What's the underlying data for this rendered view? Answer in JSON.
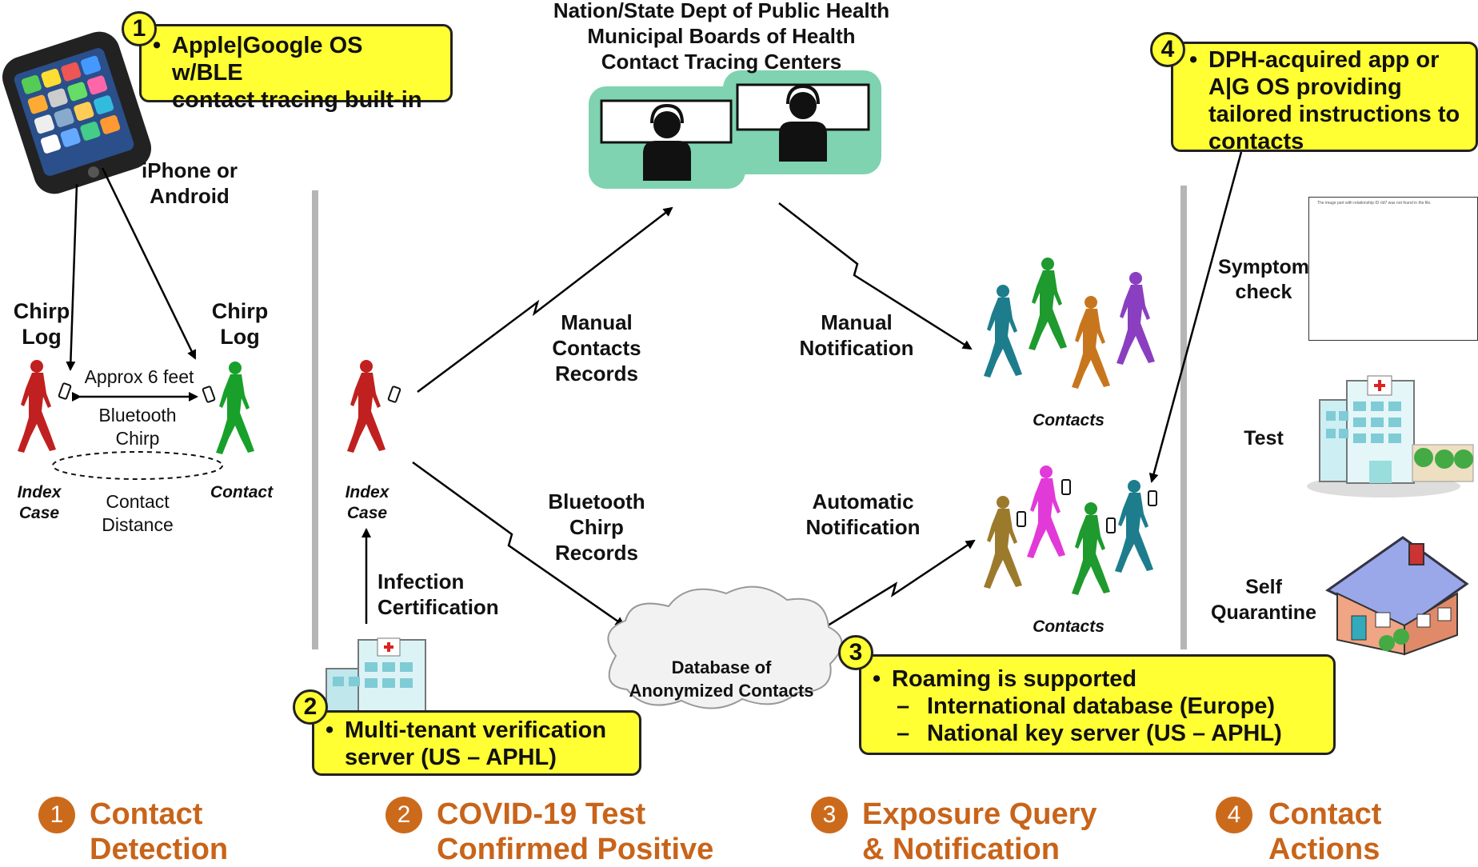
{
  "top_center": {
    "line1": "Nation/State Dept of Public Health",
    "line2": "Municipal Boards of Health",
    "line3": "Contact Tracing Centers"
  },
  "phone": {
    "label1": "iPhone or",
    "label2": "Android"
  },
  "chirp_log_left": {
    "l1": "Chirp",
    "l2": "Log"
  },
  "chirp_log_right": {
    "l1": "Chirp",
    "l2": "Log"
  },
  "approx": "Approx 6 feet",
  "bluetooth_chirp": {
    "l1": "Bluetooth",
    "l2": "Chirp"
  },
  "contact_distance": {
    "l1": "Contact",
    "l2": "Distance"
  },
  "index_case_left": {
    "l1": "Index",
    "l2": "Case"
  },
  "contact_left": "Contact",
  "index_case_mid": {
    "l1": "Index",
    "l2": "Case"
  },
  "infection_cert": {
    "l1": "Infection",
    "l2": "Certification"
  },
  "manual_contacts": {
    "l1": "Manual",
    "l2": "Contacts",
    "l3": "Records"
  },
  "bt_records": {
    "l1": "Bluetooth",
    "l2": "Chirp",
    "l3": "Records"
  },
  "manual_notification": {
    "l1": "Manual",
    "l2": "Notification"
  },
  "automatic_notification": {
    "l1": "Automatic",
    "l2": "Notification"
  },
  "contacts_top": "Contacts",
  "contacts_bottom": "Contacts",
  "database": {
    "l1": "Database of",
    "l2": "Anonymized Contacts"
  },
  "symptom": {
    "l1": "Symptom",
    "l2": "check"
  },
  "form_note": "The image part with relationship ID rId7 was not found in the file.",
  "test": "Test",
  "self_quarantine": {
    "l1": "Self",
    "l2": "Quarantine"
  },
  "callout1": {
    "num": "1",
    "bullet": "•",
    "l1": "Apple|Google OS w/BLE",
    "l2": "contact tracing built-in"
  },
  "callout2": {
    "num": "2",
    "bullet": "•",
    "l1": "Multi-tenant verification",
    "l2": "server (US – APHL)"
  },
  "callout3": {
    "num": "3",
    "bullet": "•",
    "l1": "Roaming is supported",
    "dash": "–",
    "s1": "International database (Europe)",
    "s2": "National key server (US – APHL)"
  },
  "callout4": {
    "num": "4",
    "bullet": "•",
    "l1": "DPH-acquired app or",
    "l2": "A|G OS providing",
    "l3": "tailored instructions to",
    "l4": "contacts"
  },
  "phases": [
    {
      "num": "1",
      "l1": "Contact",
      "l2": "Detection"
    },
    {
      "num": "2",
      "l1": "COVID-19 Test",
      "l2": "Confirmed Positive"
    },
    {
      "num": "3",
      "l1": "Exposure Query",
      "l2": "& Notification"
    },
    {
      "num": "4",
      "l1": "Contact",
      "l2": "Actions"
    }
  ],
  "colors": {
    "callout_fill": "#ffff33",
    "phase_orange": "#cc6a1c",
    "monitor_bg": "#7fd3b0",
    "index_red": "#c0201f",
    "contact_green": "#18a02a",
    "contacts_teal": "#1d7d8c",
    "contacts_green": "#1e9a2e",
    "contacts_orange": "#c8761e",
    "contacts_purple": "#8a3fc0",
    "contacts_brown": "#9c7a2c",
    "contacts_magenta": "#e23ad8"
  }
}
